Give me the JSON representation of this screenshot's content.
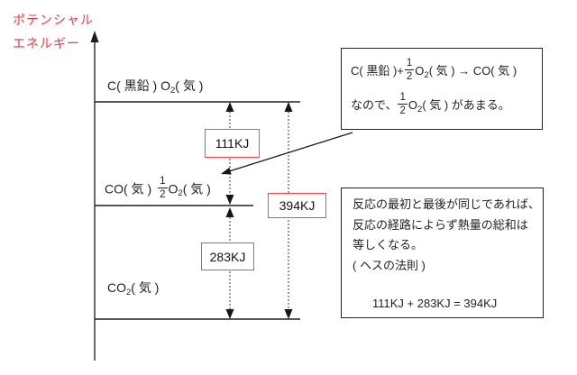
{
  "colors": {
    "title_red": "#e93842",
    "value_box_red": "#ff4646",
    "text_black": "#1f1f1f",
    "arrow_gray": "#9c9c9c",
    "axis_gray": "#686868"
  },
  "axis": {
    "label_line1": "ポテンシャル",
    "label_line2": "エネルギー"
  },
  "levels": {
    "c": {
      "p0": "C( 黒鉛 ) O",
      "sub": "2",
      "p1": "( 気 )"
    },
    "co": {
      "p0": "CO( 気 )",
      "frac_num": "1",
      "frac_den": "2",
      "p1": "O",
      "sub": "2",
      "p2": "( 気 )"
    },
    "co2": {
      "p0": "CO",
      "sub": "2",
      "p1": "( 気 )"
    }
  },
  "energy_values": {
    "step1": "111KJ",
    "step2": "283KJ",
    "total": "394KJ"
  },
  "note1": {
    "line1": {
      "p0": "C( 黒鉛 )+",
      "frac_num": "1",
      "frac_den": "2",
      "p1": "O",
      "sub": "2",
      "p2": "( 気 ) → CO( 気 )"
    },
    "line2": {
      "p0": "なので、",
      "frac_num": "1",
      "frac_den": "2",
      "p1": "O",
      "sub": "2",
      "p2": "( 気 ) があまる。"
    }
  },
  "note2": {
    "line1": "反応の最初と最後が同じであれば、",
    "line2": "反応の経路によらず熱量の総和は",
    "line3": "等しくなる。",
    "line4": "( ヘスの法則 )",
    "equation": "111KJ + 283KJ = 394KJ"
  }
}
